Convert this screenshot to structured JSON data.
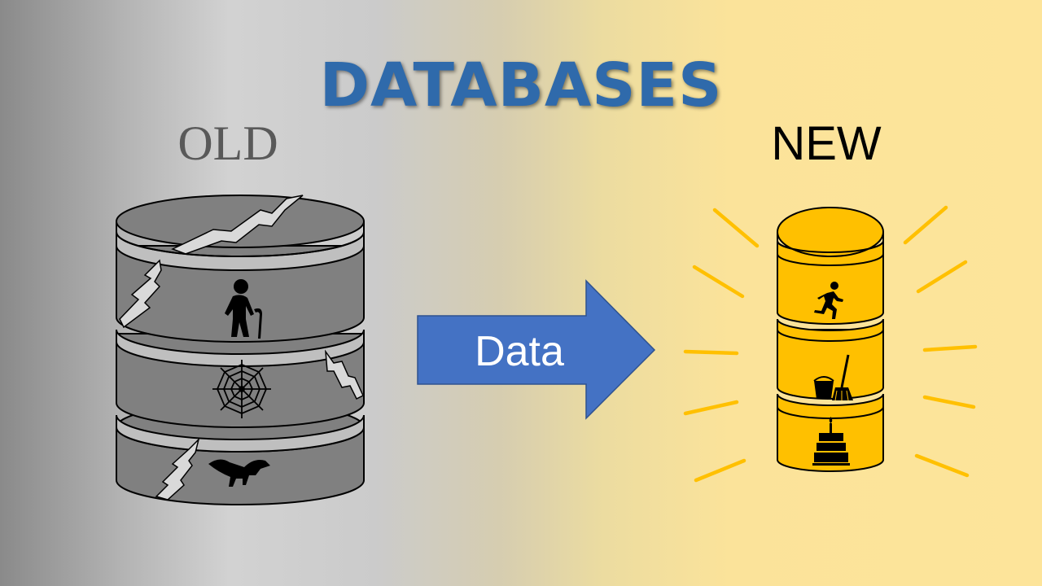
{
  "title": "DATABASES",
  "old_label": "OLD",
  "new_label": "NEW",
  "arrow_label": "Data",
  "colors": {
    "title": "#2f6aab",
    "old_database": "#808080",
    "new_database": "#ffc000",
    "arrow": "#4472c4",
    "rays": "#ffc000"
  },
  "old_database": {
    "icons": [
      "elderly-person-icon",
      "spider-web-icon",
      "dinosaur-icon"
    ],
    "has_cracks": true
  },
  "new_database": {
    "icons": [
      "running-person-icon",
      "cleaning-bucket-mop-icon",
      "birthday-cake-icon"
    ]
  }
}
